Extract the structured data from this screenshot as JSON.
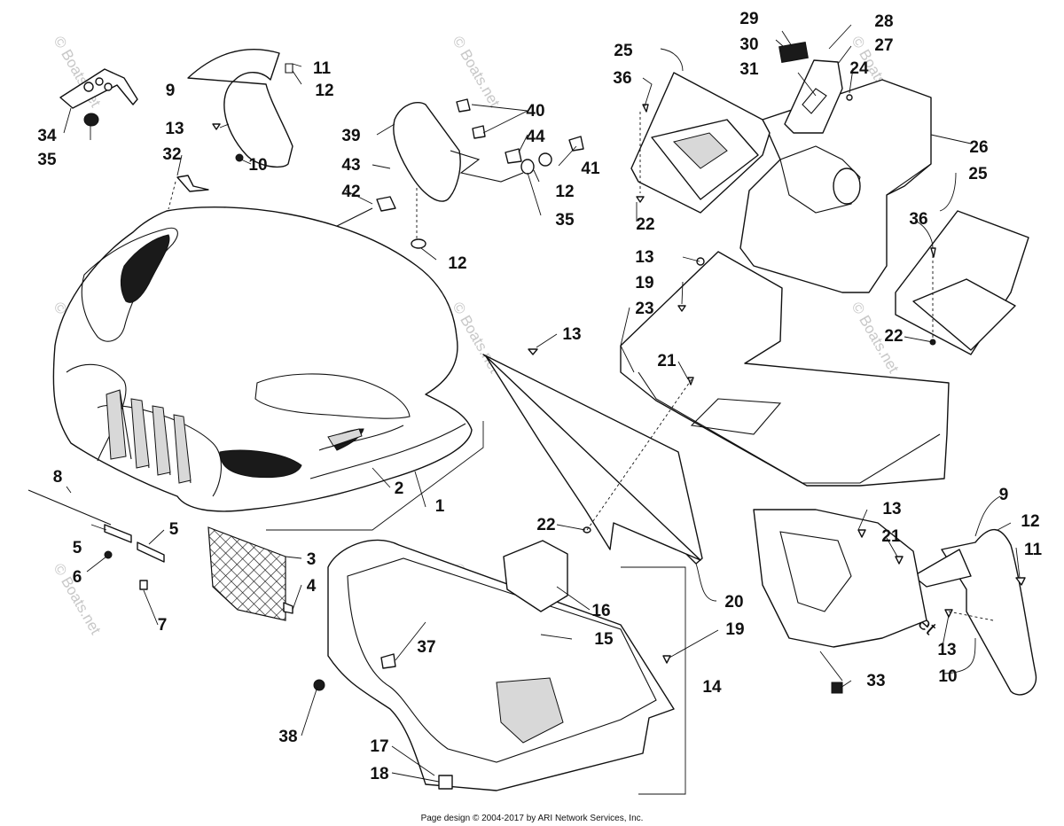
{
  "footer": {
    "text": "Page design © 2004-2017 by ARI Network Services, Inc."
  },
  "watermark": {
    "text": "© Boats.net"
  },
  "callouts": {
    "c1": "1",
    "c2": "2",
    "c3": "3",
    "c4": "4",
    "c5": "5",
    "c6": "6",
    "c7": "7",
    "c8": "8",
    "c9": "9",
    "c10": "10",
    "c11": "11",
    "c12": "12",
    "c13": "13",
    "c14": "14",
    "c15": "15",
    "c16": "16",
    "c17": "17",
    "c18": "18",
    "c19": "19",
    "c20": "20",
    "c21": "21",
    "c22": "22",
    "c23": "23",
    "c24": "24",
    "c25": "25",
    "c26": "26",
    "c27": "27",
    "c28": "28",
    "c29": "29",
    "c30": "30",
    "c31": "31",
    "c32": "32",
    "c33": "33",
    "c34": "34",
    "c35": "35",
    "c36": "36",
    "c37": "37",
    "c38": "38",
    "c39": "39",
    "c40": "40",
    "c41": "41",
    "c42": "42",
    "c43": "43",
    "c44": "44"
  }
}
